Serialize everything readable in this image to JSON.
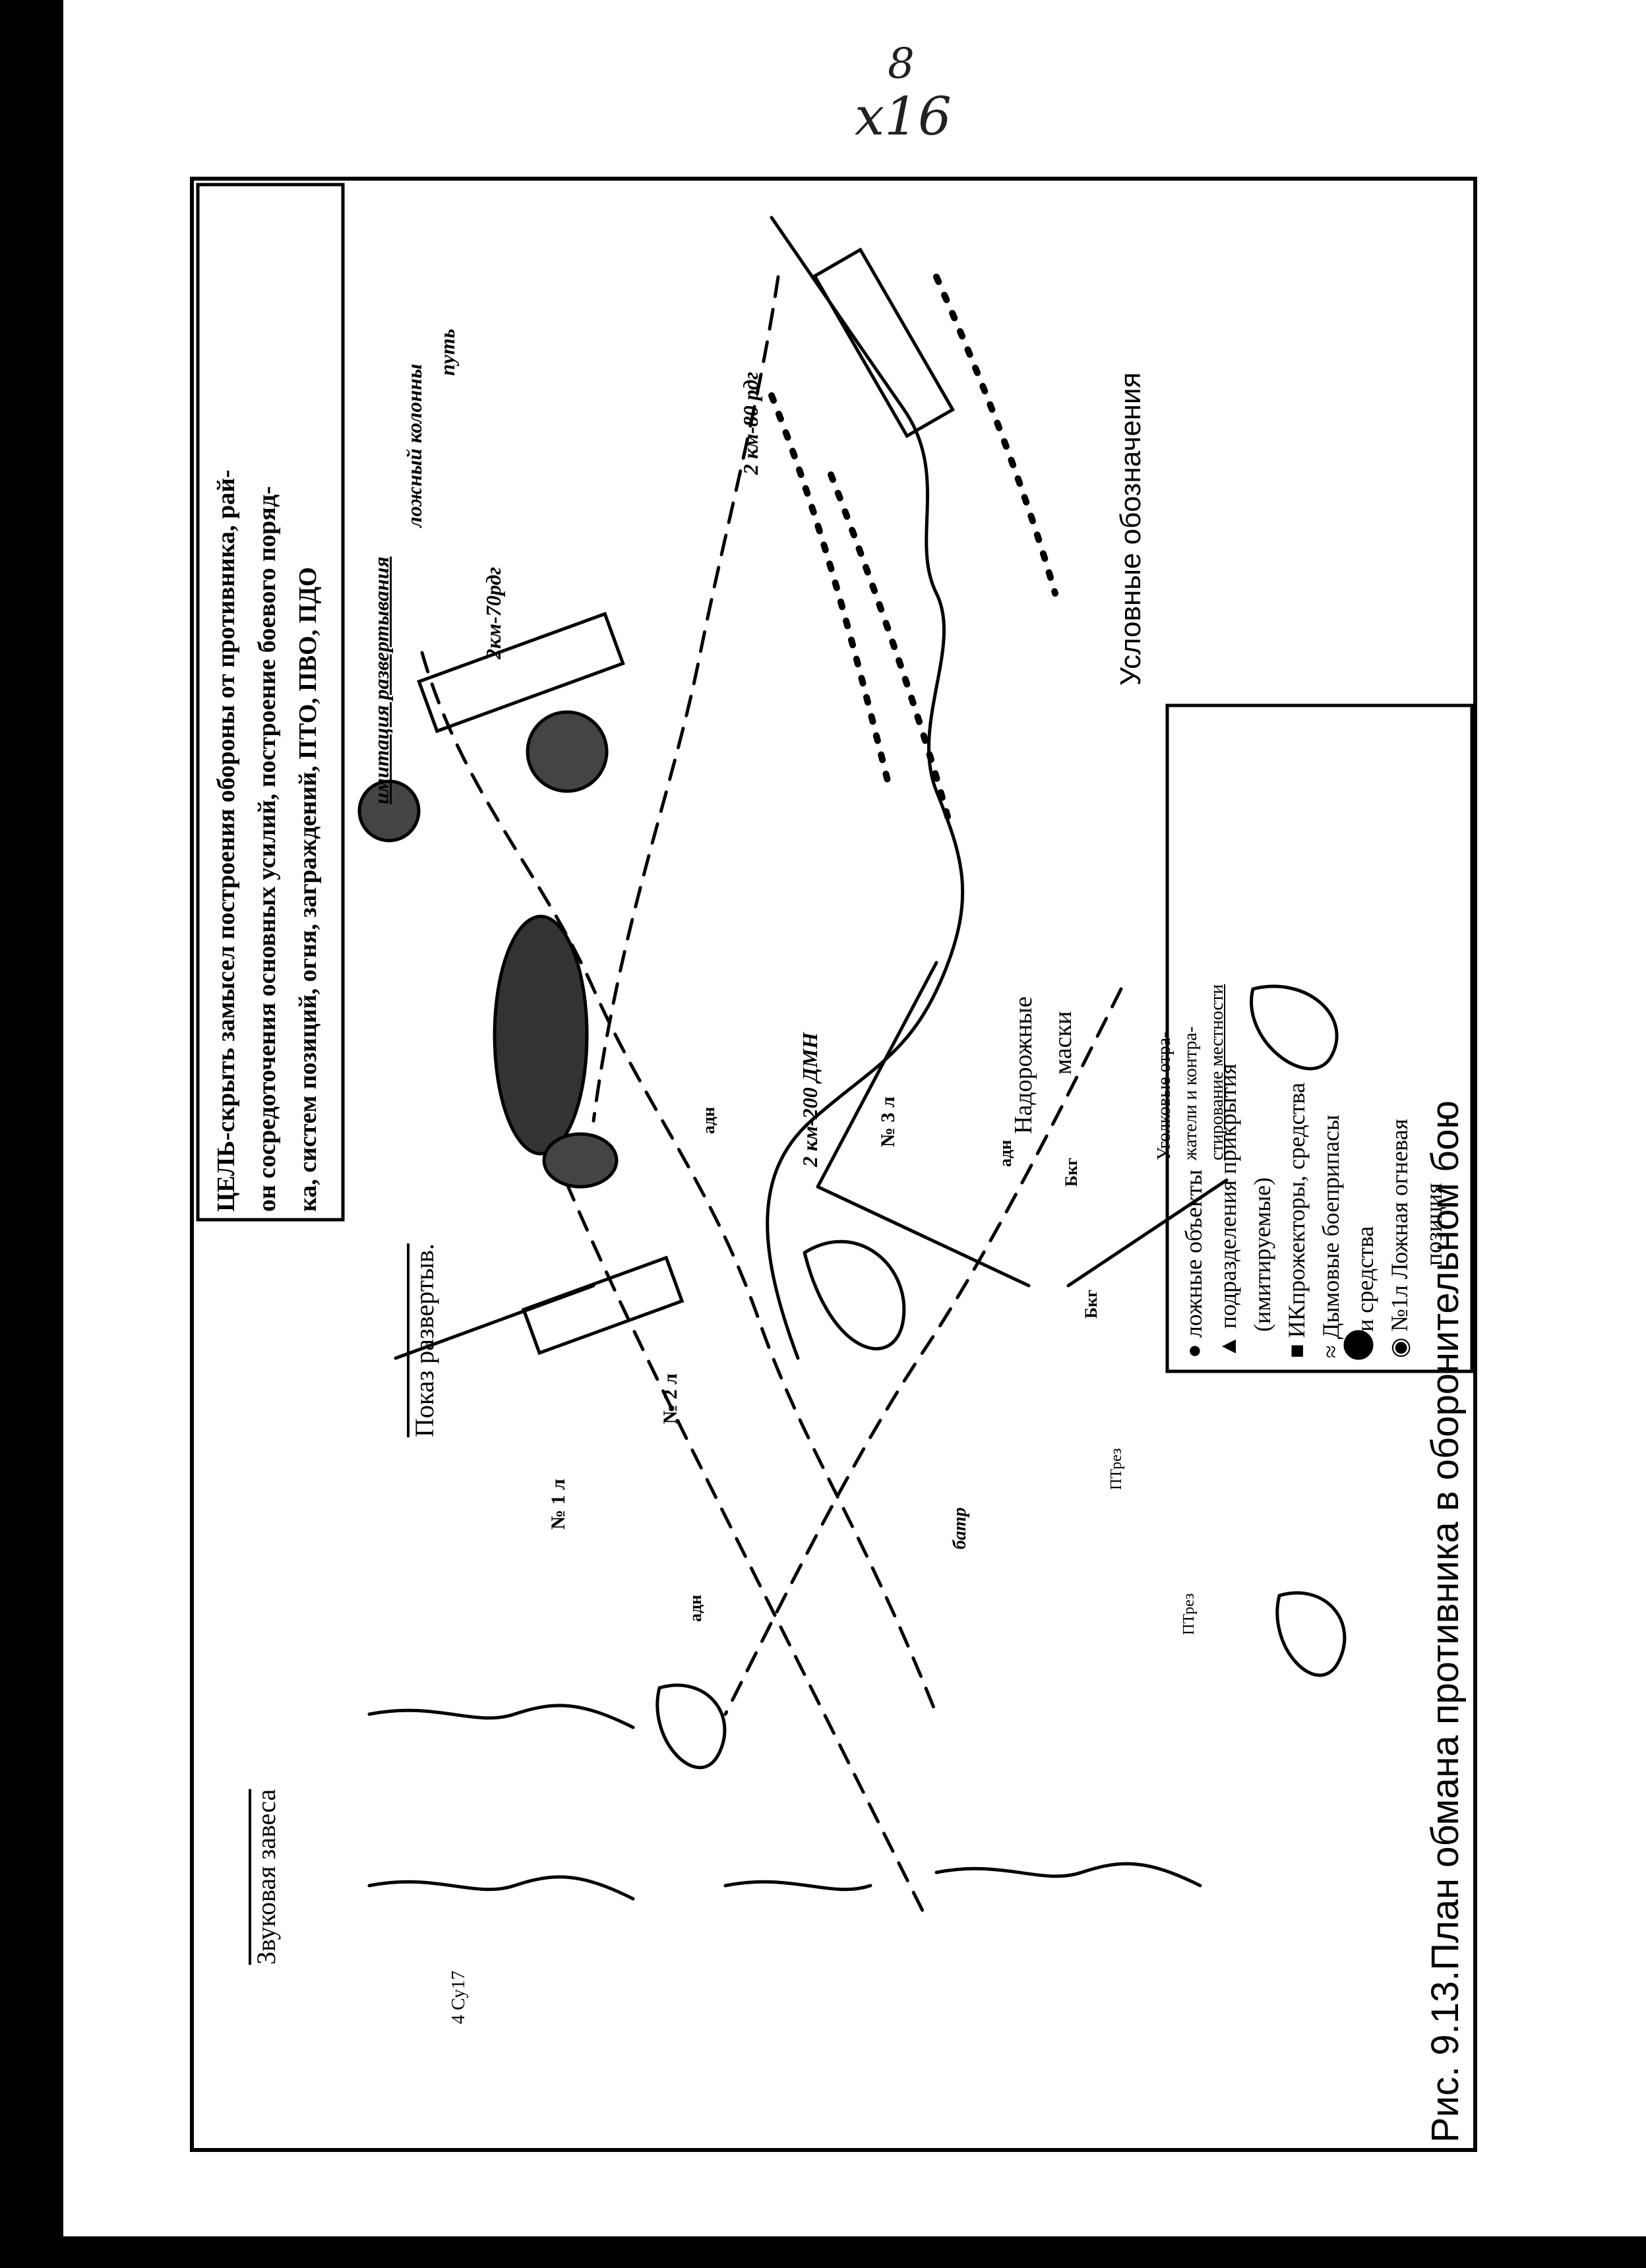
{
  "handwritten_note": {
    "line1": "8",
    "line2": "ⅹ16"
  },
  "goal_box": {
    "line1": "ЦЕЛЬ-скрыть замысел построения обороны от противника, рай-",
    "line2": "он сосредоточения основных усилий, построение боевого поряд-",
    "line3": "ка, систем позиций, огня, заграждений, ПТО, ПВО, ПДО"
  },
  "map_labels": {
    "sound_screen": "Звуковая завеса",
    "deployment_show": "Показ развертыв.",
    "deployment_imitation": "имитация развертывания",
    "false_column_route_1": "ложный колонны",
    "false_column_route_2": "путь",
    "dist_70": "2км-70рдг",
    "dist_80": "2 км-80 рдг",
    "dist_200": "2 км-200 ДМН",
    "road_masks_1": "Надорожные",
    "road_masks_2": "маски",
    "reflectors_1": "Уголковые отра-",
    "reflectors_2": "жатели и контра-",
    "reflectors_3": "стирование местности",
    "pos_1l": "№ 1 л",
    "pos_2l": "№ 2 л",
    "pos_3l": "№ 3 л",
    "adn_1": "адн",
    "adn_2": "адн",
    "adn_3": "адн",
    "batr": "батр",
    "bg_1": "Бкг",
    "bg_2": "Бкг",
    "ptrez_1": "ПТрез",
    "ptrez_2": "ПТрез",
    "su": "4 Су17"
  },
  "legend": {
    "title": "Условные обозначения",
    "items": [
      {
        "label": "ложные объекты",
        "icon": "false-object-icon"
      },
      {
        "label": "подразделения прикрытия",
        "icon": "cover-unit-icon"
      },
      {
        "label": "(имитируемые)",
        "icon": ""
      },
      {
        "label": "ИКпрожекторы, средства",
        "icon": "ir-projector-icon"
      },
      {
        "label": "Дымовые боеприпасы",
        "icon": "smoke-ammo-icon"
      },
      {
        "label": "и средства",
        "icon": ""
      },
      {
        "label": "№1л  Ложная огневая",
        "icon": "false-firing-position-icon"
      },
      {
        "label": "позиция",
        "icon": ""
      }
    ]
  },
  "caption": "Рис. 9.13.План обмана противника в оборонительном бою",
  "colors": {
    "ink": "#000000",
    "paper": "#ffffff"
  }
}
